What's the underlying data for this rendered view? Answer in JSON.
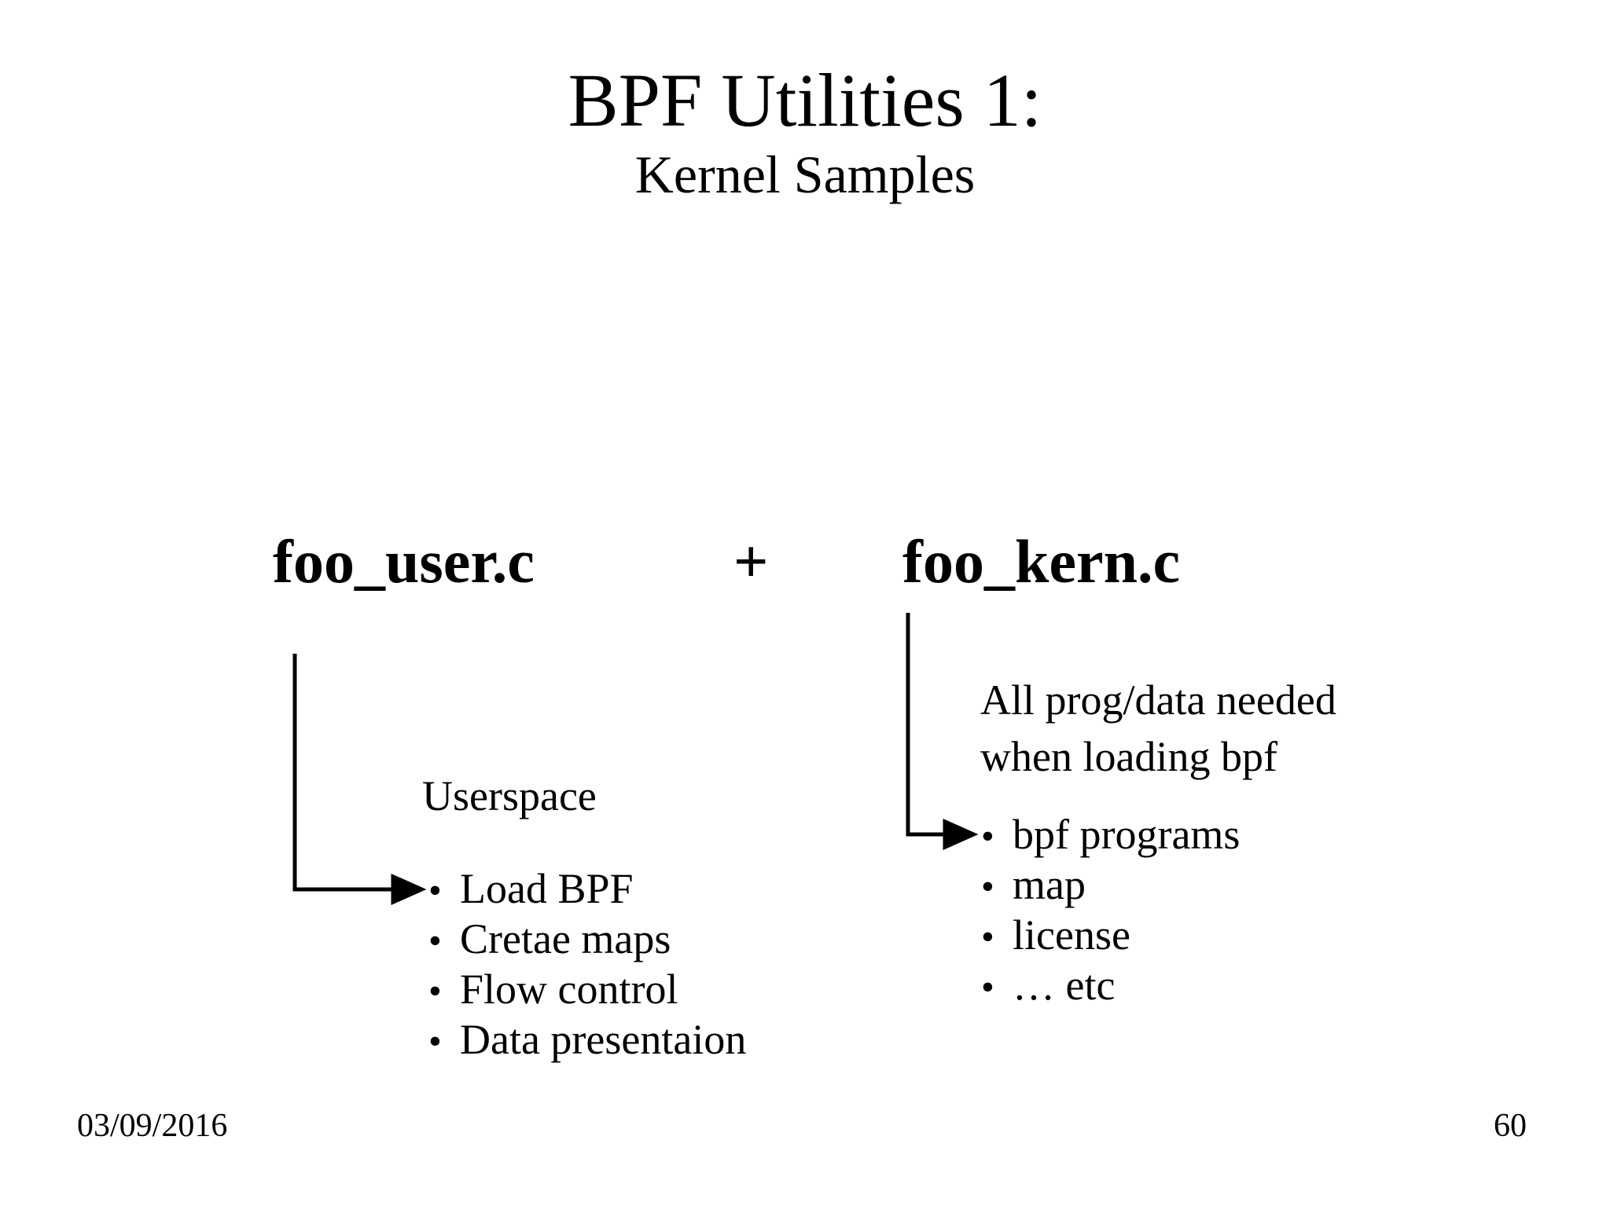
{
  "slide": {
    "title": "BPF Utilities 1:",
    "subtitle": "Kernel Samples",
    "background_color": "#ffffff",
    "text_color": "#000000"
  },
  "diagram": {
    "left_file": "foo_user.c",
    "operator": "+",
    "right_file": "foo_kern.c",
    "left_column": {
      "label": "Userspace",
      "bullet_glyph": "•",
      "items": [
        "Load BPF",
        "Cretae maps",
        "Flow control",
        "Data presentaion"
      ]
    },
    "right_column": {
      "note": "All prog/data needed when loading bpf",
      "bullet_glyph": "•",
      "items": [
        "bpf programs",
        "map",
        "license",
        "… etc"
      ]
    }
  },
  "footer": {
    "date": "03/09/2016",
    "page_number": "60"
  }
}
